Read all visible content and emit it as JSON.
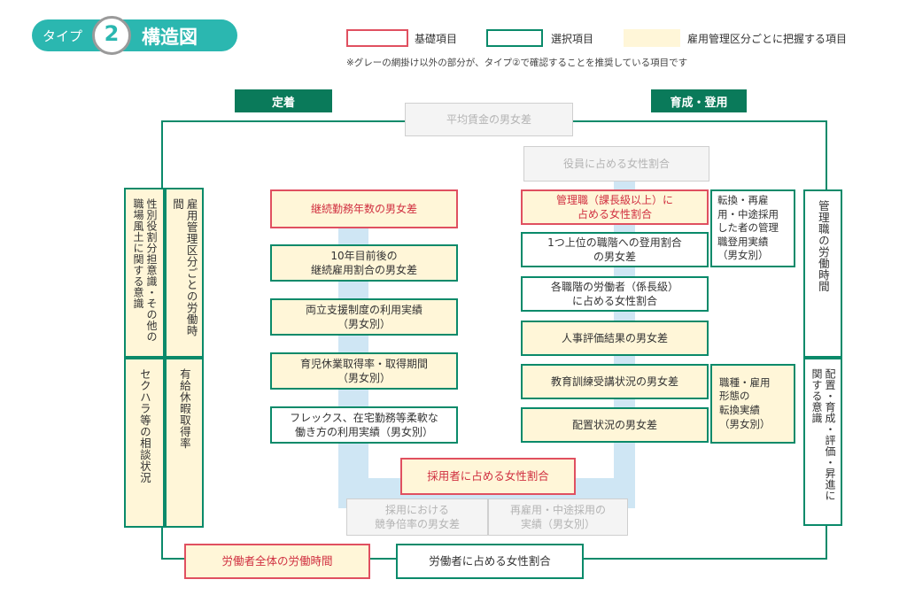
{
  "title": {
    "type_label": "タイプ",
    "number": "2",
    "text": "構造図"
  },
  "legend": {
    "basic": "基礎項目",
    "selected": "選択項目",
    "employment": "雇用管理区分ごとに把握する項目",
    "note": "※グレーの網掛け以外の部分が、タイプ②で確認することを推奨している項目です"
  },
  "headers": {
    "left": "定着",
    "right": "育成・登用"
  },
  "top": {
    "avg_wage": "平均賃金の男女差",
    "executives": "役員に占める女性割合"
  },
  "left_column": {
    "tenure": "継続勤務年数の男女差",
    "tenth_year": "10年目前後の\n継続雇用割合の男女差",
    "support": "両立支援制度の利用実績\n（男女別）",
    "childcare": "育児休業取得率・取得期間\n（男女別）",
    "flex": "フレックス、在宅勤務等柔軟な\n働き方の利用実績（男女別）"
  },
  "right_column": {
    "managers": "管理職（課長級以上）に\n占める女性割合",
    "promotion": "1つ上位の職階への登用割合\nの男女差",
    "each_level": "各職階の労働者（係長級）\nに占める女性割合",
    "evaluation": "人事評価結果の男女差",
    "training": "教育訓練受講状況の男女差",
    "placement": "配置状況の男女差",
    "rehire_mgr": "転換・再雇\n用・中途採用\nした者の管理\n職登用実績\n（男女別）",
    "conversion": "職種・雇用\n形態の\n転換実績\n（男女別）"
  },
  "bottom": {
    "hires": "採用者に占める女性割合",
    "competition": "採用における\n競争倍率の男女差",
    "midcareer": "再雇用・中途採用の\n実績（男女別）",
    "hours_all": "労働者全体の労働時間",
    "workers_female": "労働者に占める女性割合"
  },
  "side": {
    "awareness": "性別役割分担意識・その他の\n職場風土に関する意識",
    "hours_by_class": "雇用管理区分ごとの労働時間",
    "harassment": "セクハラ等の相談状況",
    "paid_leave": "有給休暇取得率",
    "mgr_hours": "管理職の労働時間",
    "placement_awareness": "配置・育成・評価・昇進に\n関する意識"
  },
  "colors": {
    "basic": "#e05060",
    "selected": "#0a8a6a",
    "employment": "#fff6d8",
    "header": "#0a7a5a",
    "badge": "#2bb7b0"
  }
}
